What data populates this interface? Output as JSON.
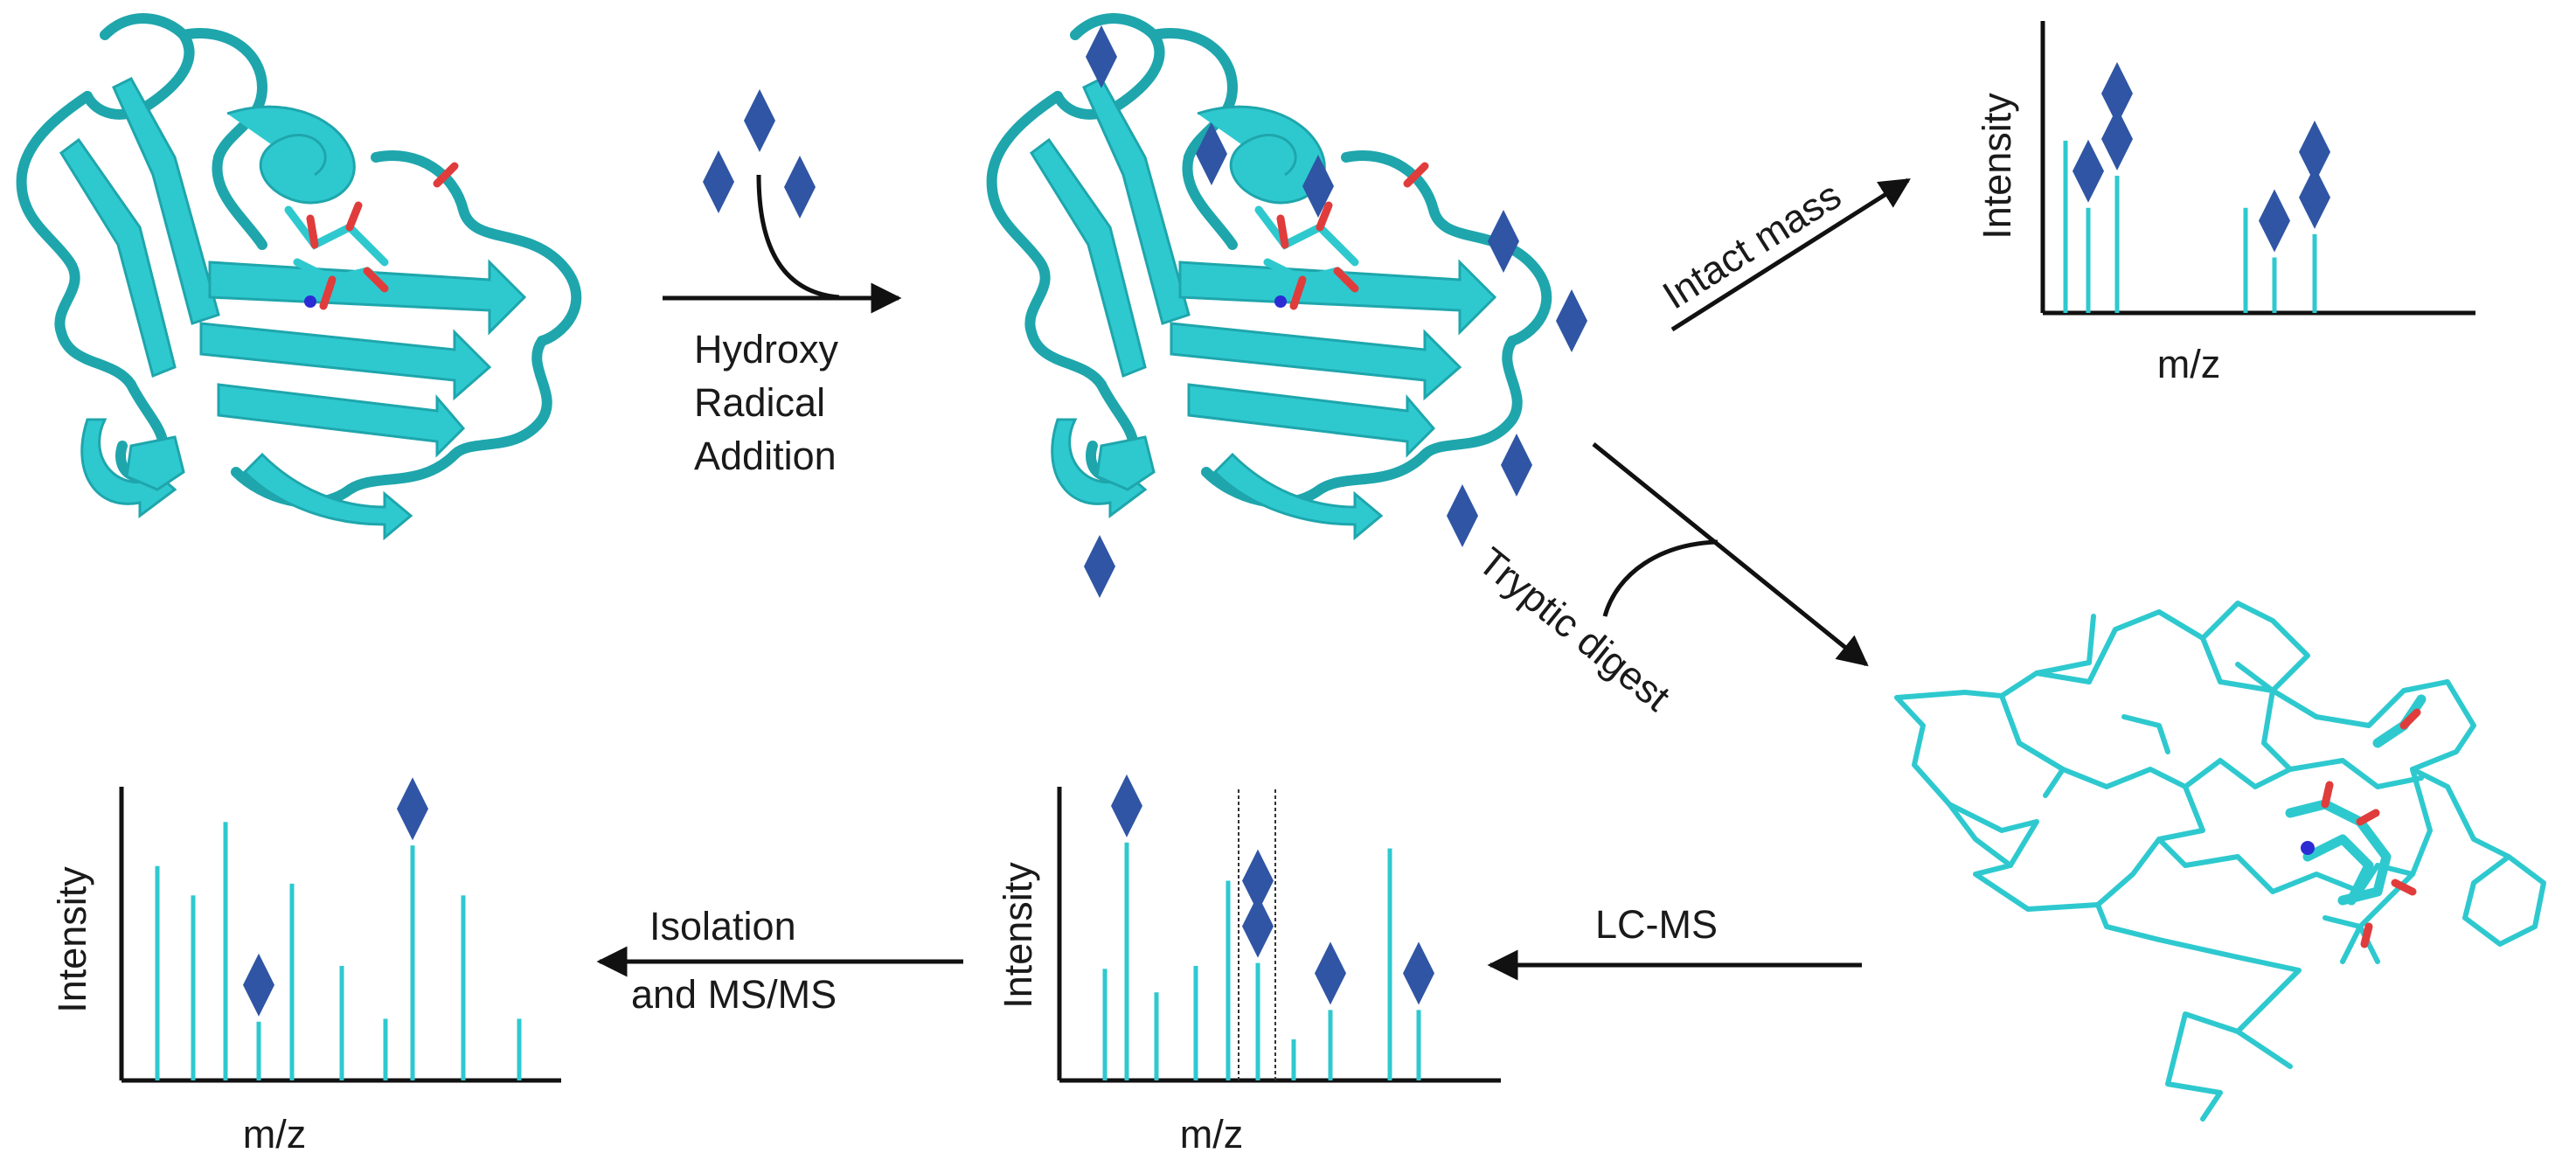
{
  "labels": {
    "step1": [
      "Hydroxy",
      "Radical",
      "Addition"
    ],
    "intact": "Intact mass",
    "tryptic": "Tryptic digest",
    "lcms": "LC-MS",
    "isolation": [
      "Isolation",
      "and MS/MS"
    ]
  },
  "colors": {
    "protein": "#2ec9cf",
    "protein_dark": "#1ea6ac",
    "marker": "#2f55a4",
    "peak": "#2ec9cf",
    "oxygen": "#e03c3c",
    "nitrogen": "#2c2cd4",
    "axis": "#111111",
    "text": "#1a1a1a"
  },
  "icons": {
    "marker": "blue-diamond-icon",
    "protein": "ribbon-protein-illustration",
    "peptides": "stick-peptide-illustration"
  },
  "chart_data": [
    {
      "type": "bar",
      "id": "intact-spectrum",
      "title": "",
      "xlabel": "m/z",
      "ylabel": "Intensity",
      "ylim": [
        0,
        100
      ],
      "values": [
        59,
        36,
        47,
        36,
        19,
        27
      ],
      "markers": [
        0,
        1,
        2,
        0,
        1,
        2
      ]
    },
    {
      "type": "bar",
      "id": "lcms-spectrum",
      "title": "",
      "xlabel": "m/z",
      "ylabel": "Intensity",
      "ylim": [
        0,
        100
      ],
      "values": [
        38,
        81,
        30,
        39,
        68,
        40,
        14,
        24,
        79,
        24
      ],
      "markers": [
        0,
        1,
        0,
        0,
        0,
        2,
        0,
        1,
        0,
        1
      ],
      "isolation_window": [
        4,
        5
      ]
    },
    {
      "type": "bar",
      "id": "msms-spectrum",
      "title": "",
      "xlabel": "m/z",
      "ylabel": "Intensity",
      "ylim": [
        0,
        100
      ],
      "values": [
        73,
        63,
        88,
        20,
        67,
        39,
        21,
        80,
        63,
        21
      ],
      "markers": [
        0,
        0,
        0,
        1,
        0,
        0,
        0,
        1,
        0,
        0
      ]
    }
  ]
}
